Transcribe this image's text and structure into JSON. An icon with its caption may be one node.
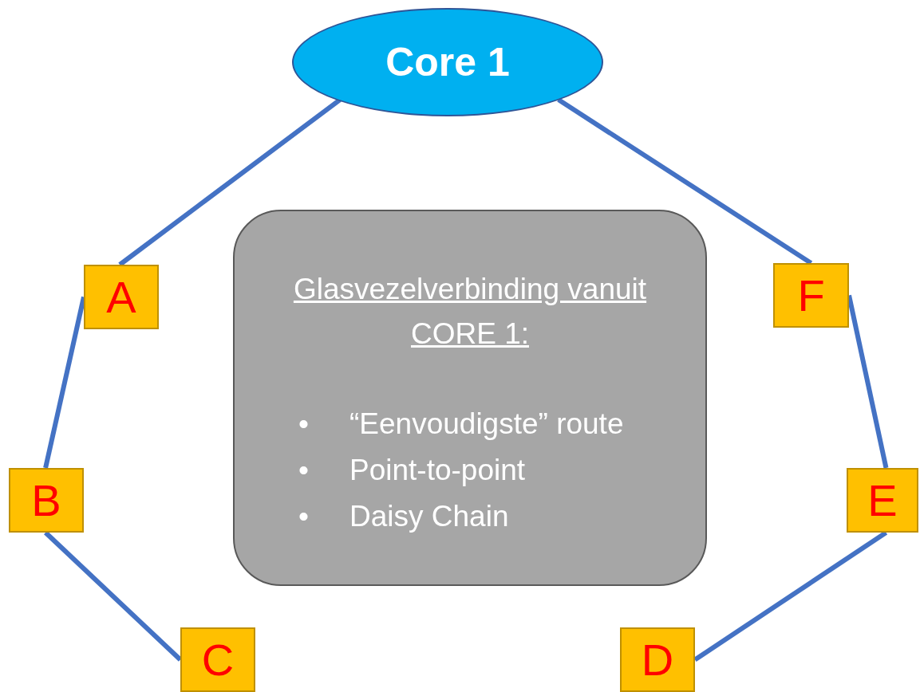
{
  "diagram": {
    "nodes": [
      {
        "text": [
          "Core 1"
        ]
      },
      {
        "text": [
          "A"
        ]
      },
      {
        "text": [
          "B"
        ]
      },
      {
        "text": [
          "C"
        ]
      },
      {
        "text": [
          "D"
        ]
      },
      {
        "text": [
          "E"
        ]
      },
      {
        "text": [
          "F"
        ]
      },
      {
        "text": [
          "Glasvezelverbinding vanuit CORE 1:",
          "“Eenvoudigste” route",
          "Point-to-point",
          "Daisy Chain"
        ]
      }
    ],
    "edges": [
      {
        "from": 0,
        "to": 1,
        "arrow": "none"
      },
      {
        "from": 1,
        "to": 2,
        "arrow": "none"
      },
      {
        "from": 2,
        "to": 3,
        "arrow": "none"
      },
      {
        "from": 4,
        "to": 5,
        "arrow": "none"
      },
      {
        "from": 5,
        "to": 6,
        "arrow": "none"
      },
      {
        "from": 6,
        "to": 0,
        "arrow": "none"
      }
    ],
    "labels": [
      "•",
      "•",
      "•"
    ]
  }
}
